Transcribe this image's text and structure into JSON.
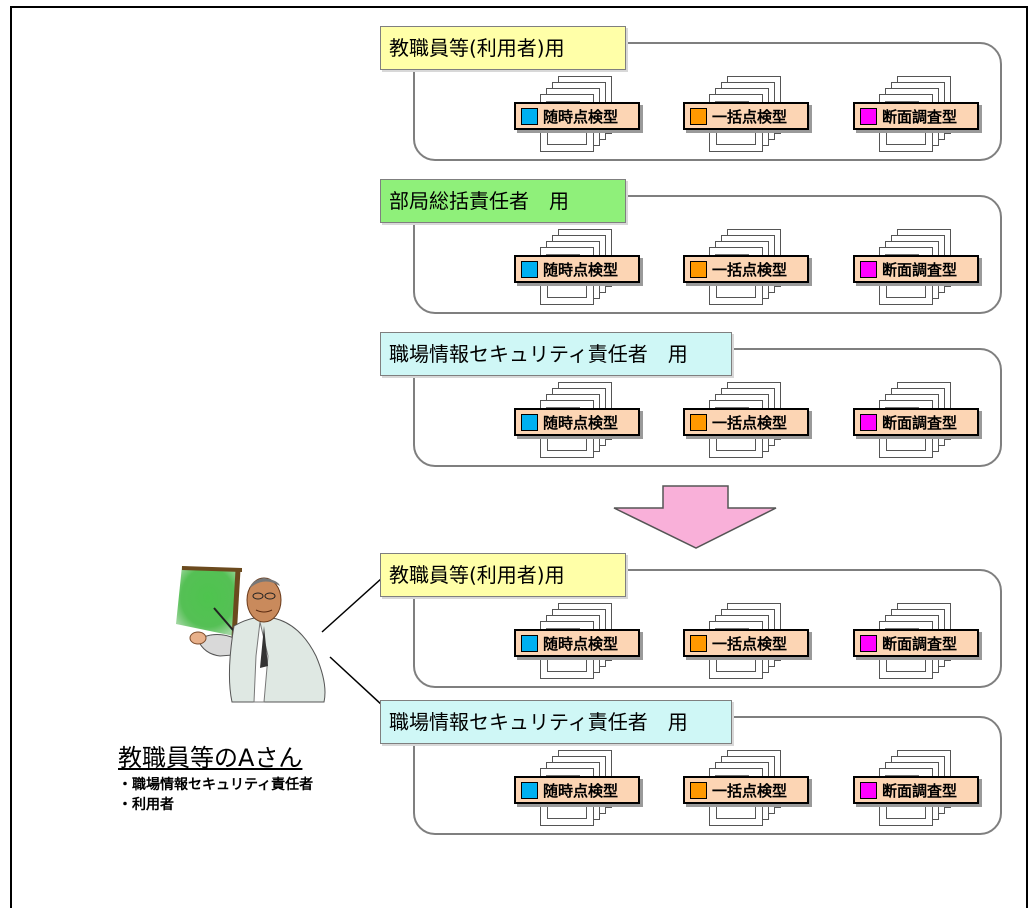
{
  "type_tags": {
    "ad_hoc": {
      "label": "随時点検型",
      "color": "#00b0f0"
    },
    "batch": {
      "label": "一括点検型",
      "color": "#ff9900"
    },
    "cross_section": {
      "label": "断面調査型",
      "color": "#ff00ff"
    }
  },
  "before": [
    {
      "title": "教職員等(利用者)用",
      "color": "#ffffa8"
    },
    {
      "title": "部局総括責任者　用",
      "color": "#8ff07a"
    },
    {
      "title": "職場情報セキュリティ責任者　用",
      "color": "#cff7f6"
    }
  ],
  "after": [
    {
      "title": "教職員等(利用者)用",
      "color": "#ffffa8"
    },
    {
      "title": "職場情報セキュリティ責任者　用",
      "color": "#cff7f6"
    }
  ],
  "arrow_color": "#f9b0d9",
  "person": {
    "name": "教職員等のAさん",
    "roles": [
      "・職場情報セキュリティ責任者",
      "・利用者"
    ]
  }
}
